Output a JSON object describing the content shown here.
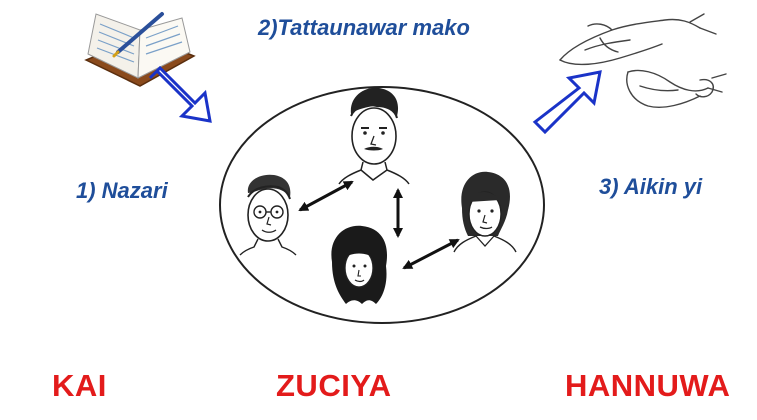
{
  "labels": {
    "step1": "1) Nazari",
    "step2": "2)Tattaunawar mako",
    "step3": "3) Aikin yi"
  },
  "bottom_words": {
    "left": "KAI",
    "center": "ZUCIYA",
    "right": "HANNUWA"
  },
  "colors": {
    "step_text": "#1f4e9a",
    "bottom_text": "#e31b1b",
    "arrow_outline": "#1a33c8",
    "line_art": "#222222"
  },
  "icons": {
    "book": "open-book-with-pen-icon",
    "hands": "open-hands-icon",
    "people": [
      "man-face-icon",
      "man-with-glasses-face-icon",
      "woman-face-icon",
      "girl-face-icon"
    ]
  }
}
